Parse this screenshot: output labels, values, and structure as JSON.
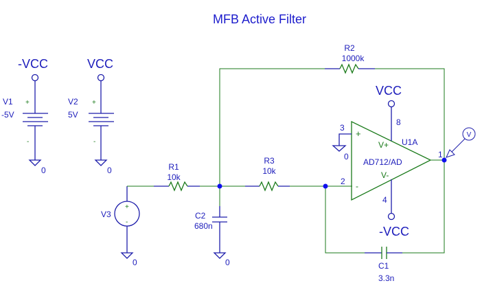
{
  "title": "MFB Active Filter",
  "colors": {
    "wire": "#1a7a1a",
    "component": "#1c1caa",
    "text": "#1c1cbb",
    "junction": "#1010ee"
  },
  "sources": {
    "v1": {
      "ref": "V1",
      "value": "-5V",
      "rail": "-VCC",
      "plus": "+",
      "minus": "-",
      "ground": "0"
    },
    "v2": {
      "ref": "V2",
      "value": "5V",
      "rail": "VCC",
      "plus": "+",
      "minus": "-",
      "ground": "0"
    },
    "v3": {
      "ref": "V3",
      "plus": "+",
      "minus": "-",
      "ground": "0"
    }
  },
  "resistors": {
    "r1": {
      "ref": "R1",
      "value": "10k"
    },
    "r2": {
      "ref": "R2",
      "value": "1000k"
    },
    "r3": {
      "ref": "R3",
      "value": "10k"
    }
  },
  "capacitors": {
    "c1": {
      "ref": "C1",
      "value": "3.3n"
    },
    "c2": {
      "ref": "C2",
      "value": "680n",
      "ground": "0"
    }
  },
  "opamp": {
    "ref": "U1A",
    "model": "AD712/AD",
    "vplus_label": "V+",
    "vminus_label": "V-",
    "pin_noninv": "3",
    "pin_inv": "2",
    "pin_out": "1",
    "pin_vpos": "8",
    "pin_vneg": "4",
    "plus_sign": "+",
    "minus_sign": "-",
    "ground": "0",
    "top_rail": "VCC",
    "bottom_rail": "-VCC"
  },
  "probe": {
    "label": "V"
  }
}
